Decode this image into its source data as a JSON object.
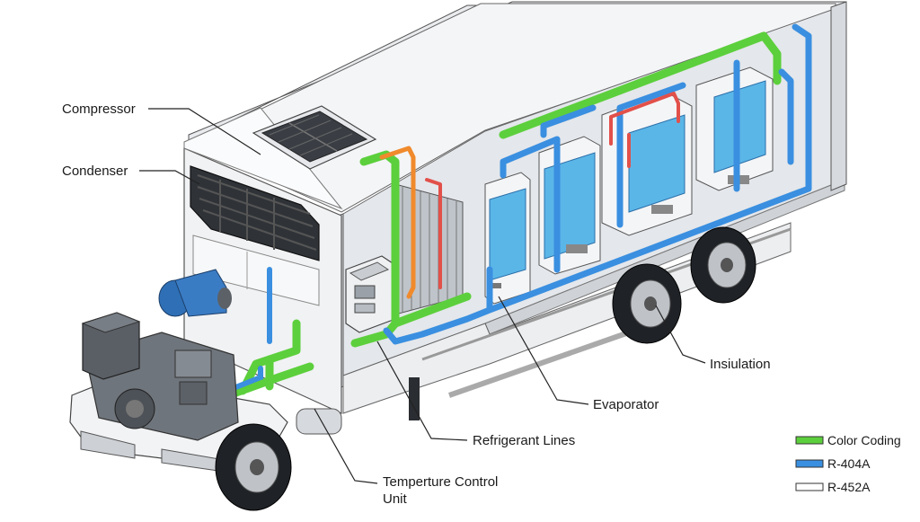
{
  "labels": {
    "compressor": "Compressor",
    "condenser": "Condenser",
    "insulation": "Insiulation",
    "evaporator": "Evaporator",
    "refrigerant_lines": "Refrigerant Lines",
    "temp_control_line1": "Temperture Control",
    "temp_control_line2": "Unit"
  },
  "legend": {
    "items": [
      {
        "label": "Color Coding",
        "color": "#5ccf3c"
      },
      {
        "label": "R-404A",
        "color": "#3a8fe0"
      },
      {
        "label": "R-452A",
        "color": "#ffffff"
      }
    ]
  },
  "colors": {
    "green_line": "#5ccf3c",
    "blue_line": "#3a8fe0",
    "orange_line": "#f08a2c",
    "red_line": "#e2504a",
    "truck_body": "#f2f3f5",
    "cargo_tank": "#5bb6e8"
  }
}
